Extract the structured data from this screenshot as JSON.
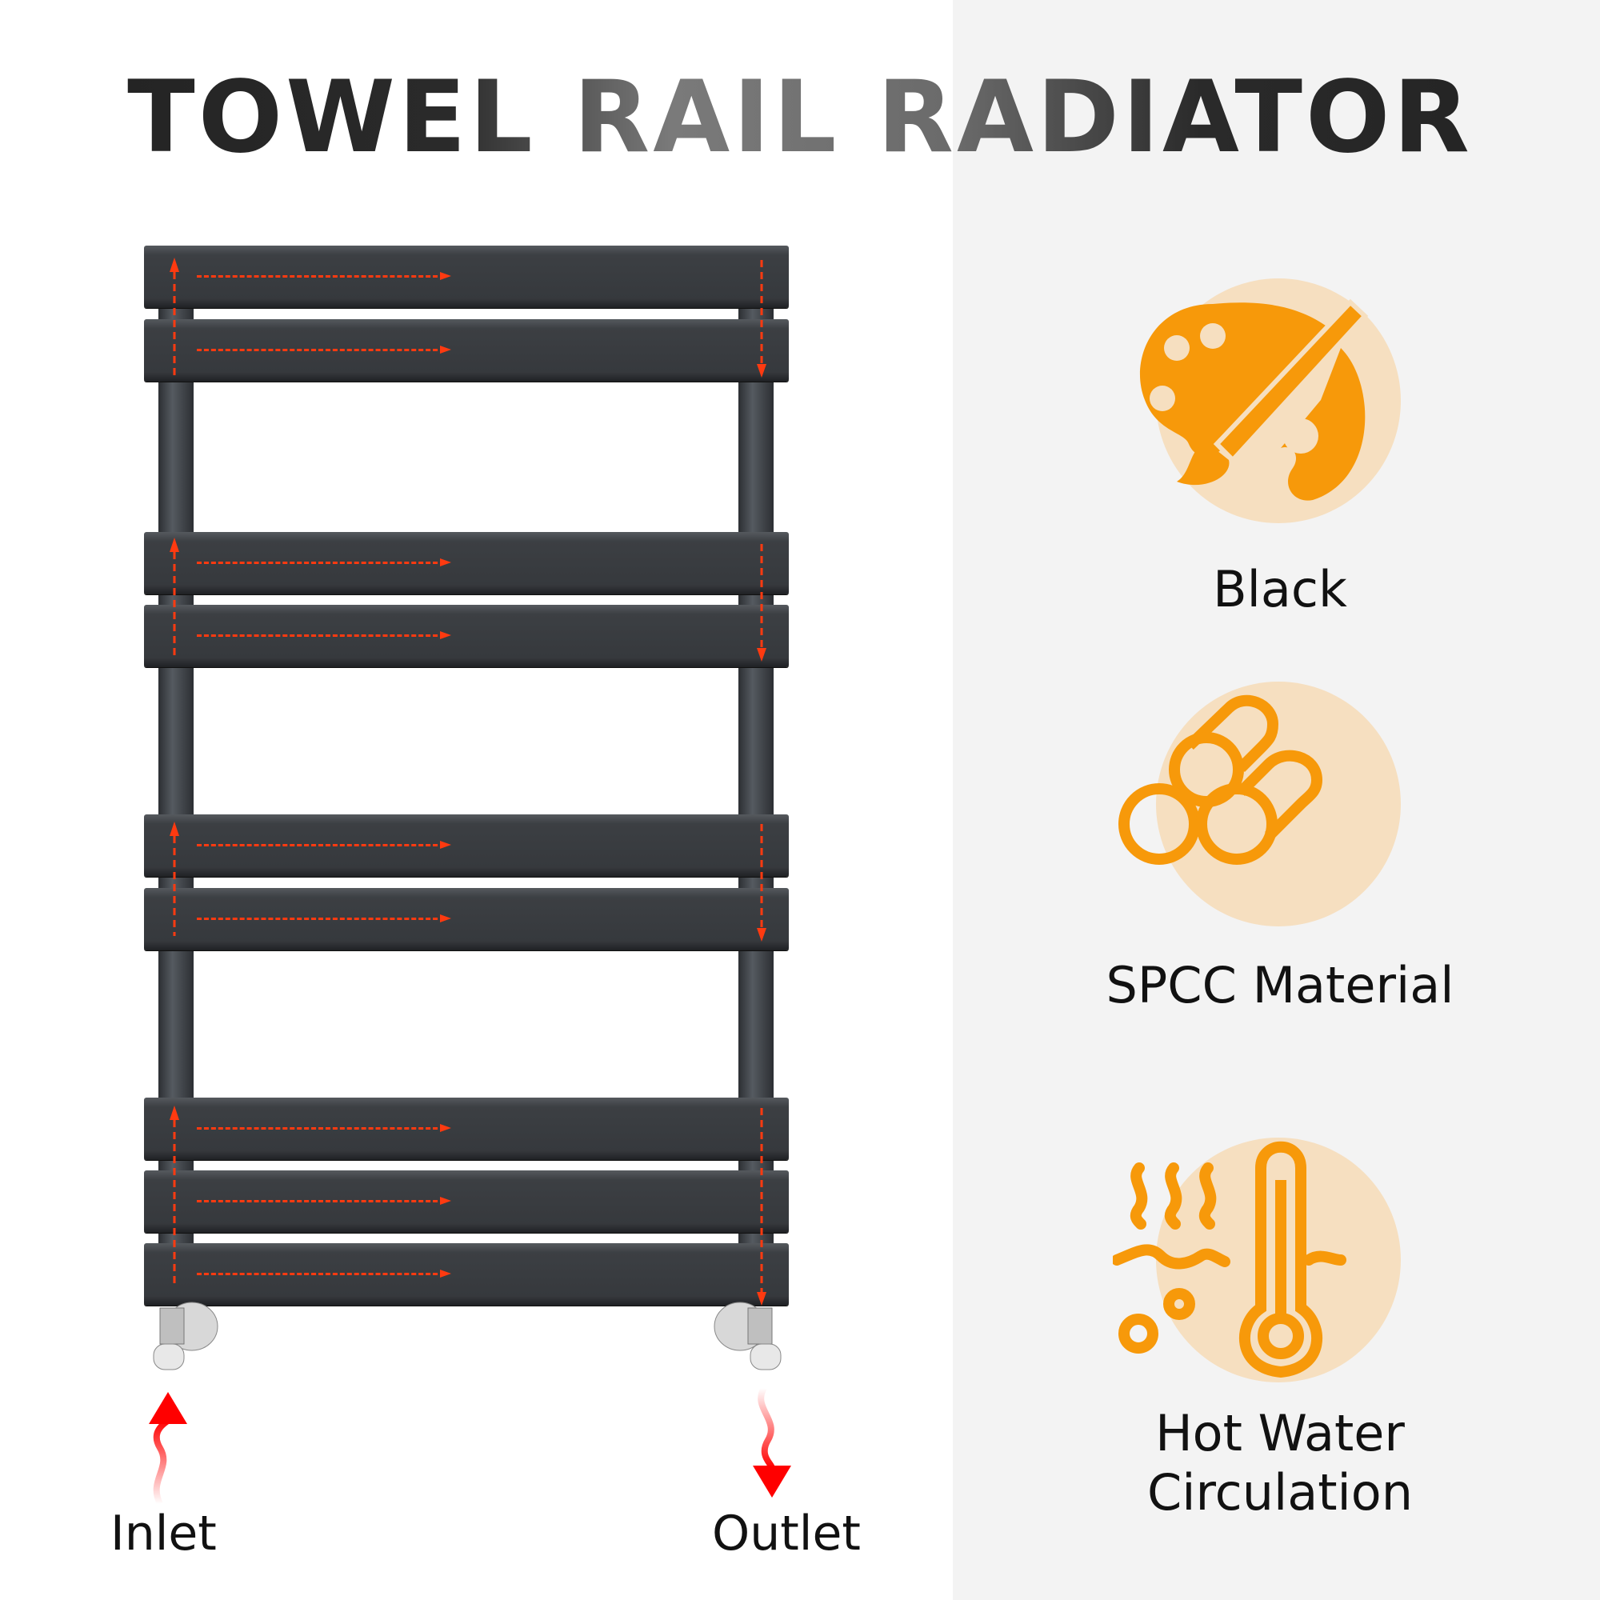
{
  "title": "TOWEL RAIL RADIATOR",
  "labels": {
    "inlet": "Inlet",
    "outlet": "Outlet"
  },
  "features": [
    {
      "icon": "palette-icon",
      "label": "Black"
    },
    {
      "icon": "steel-coil-icon",
      "label": "SPCC Material"
    },
    {
      "icon": "hot-water-thermometer-icon",
      "label_line1": "Hot Water",
      "label_line2": "Circulation"
    }
  ],
  "colors": {
    "accent": "#f7990a",
    "accent_light": "#f6dfc0",
    "flow": "#ff3a10",
    "panel": "#f3f3f3"
  }
}
